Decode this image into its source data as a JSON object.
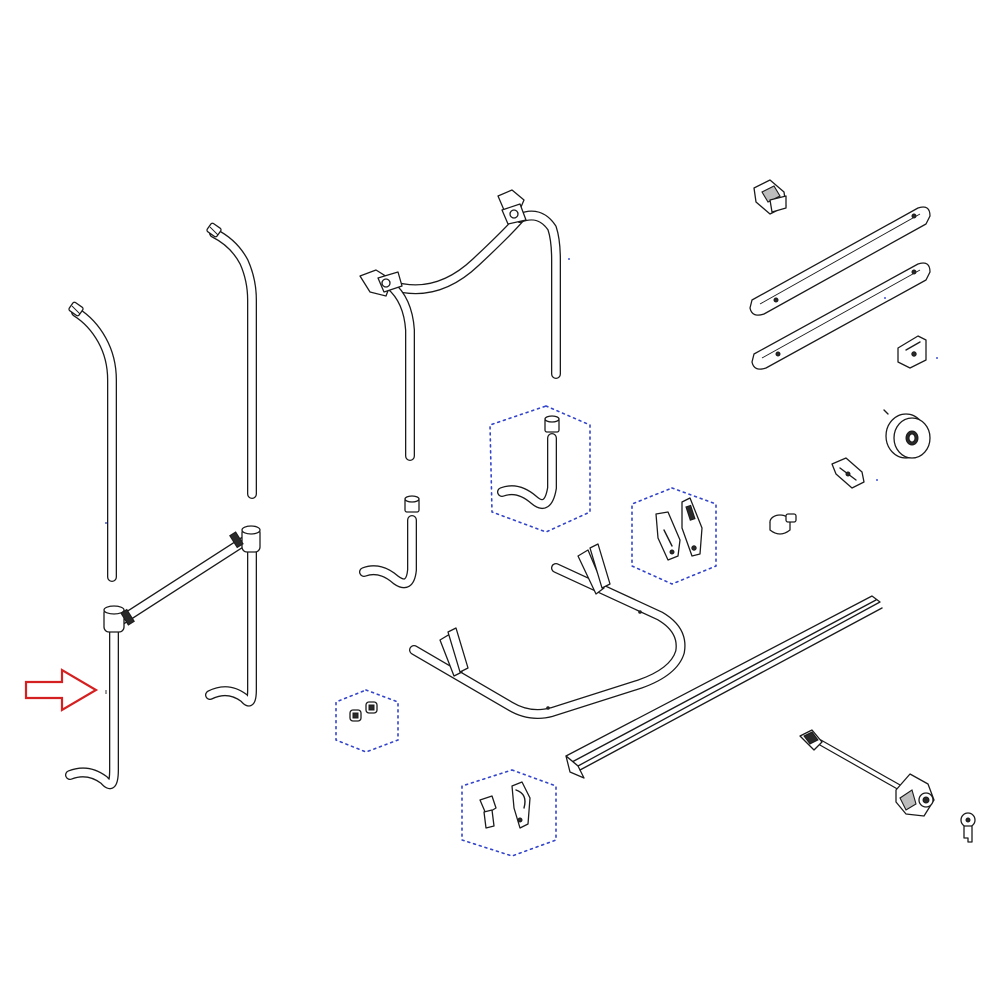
{
  "diagram": {
    "kind": "exploded-parts-view",
    "colors": {
      "line": "#1a1a1a",
      "background": "#ffffff",
      "group_box": "#3344cc",
      "highlight_arrow": "#d42020"
    },
    "highlight_arrow": {
      "icon": "arrow-right-outline-icon",
      "points_to": "left-u-frame"
    },
    "parts": [
      {
        "id": "upright-tube-left",
        "icon": "bent-tube-icon"
      },
      {
        "id": "upright-tube-middle",
        "icon": "bent-tube-icon"
      },
      {
        "id": "top-frame",
        "icon": "frame-icon"
      },
      {
        "id": "left-u-frame",
        "icon": "frame-icon"
      },
      {
        "id": "foot-tube",
        "icon": "bent-tube-icon"
      },
      {
        "id": "bottom-support-frame",
        "icon": "frame-icon"
      },
      {
        "id": "profile-rail",
        "icon": "rail-icon"
      },
      {
        "id": "arm-bar-upper",
        "icon": "bar-icon"
      },
      {
        "id": "arm-bar-lower",
        "icon": "bar-icon"
      },
      {
        "id": "end-cap",
        "icon": "cap-icon"
      },
      {
        "id": "bracket-small",
        "icon": "bracket-icon"
      },
      {
        "id": "tape-roll",
        "icon": "tape-roll-icon"
      },
      {
        "id": "clip-fitting",
        "icon": "clip-icon"
      },
      {
        "id": "knob-fitting",
        "icon": "knob-icon"
      },
      {
        "id": "lock-rod-assembly",
        "icon": "lock-icon"
      },
      {
        "id": "key",
        "icon": "key-icon"
      }
    ],
    "groups": [
      {
        "id": "foot-tube-kit",
        "icon": "hex-group-icon"
      },
      {
        "id": "strap-kit",
        "icon": "hex-group-icon"
      },
      {
        "id": "plug-kit",
        "icon": "hex-group-icon"
      },
      {
        "id": "clamp-kit",
        "icon": "hex-group-icon"
      }
    ]
  }
}
